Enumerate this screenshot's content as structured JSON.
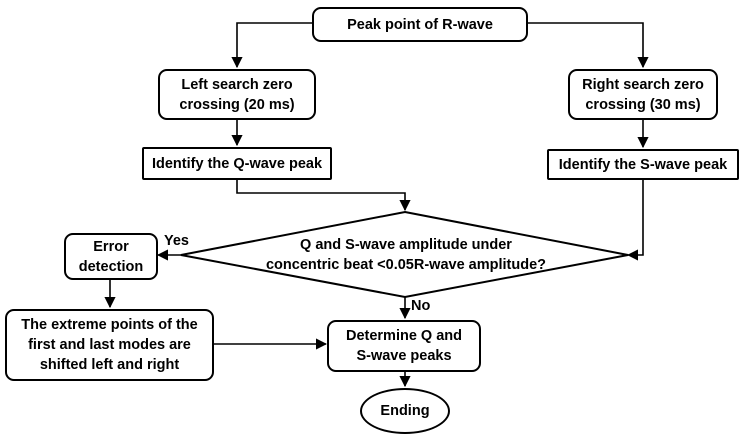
{
  "nodes": {
    "peak": "Peak point of R-wave",
    "left_search_line1": "Left search zero",
    "left_search_line2": "crossing (20 ms)",
    "right_search_line1": "Right search zero",
    "right_search_line2": "crossing (30 ms)",
    "identify_q": "Identify the Q-wave peak",
    "identify_s": "Identify the S-wave peak",
    "decision_line1": "Q and S-wave amplitude under",
    "decision_line2": "concentric beat <0.05R-wave amplitude?",
    "error_line1": "Error",
    "error_line2": "detection",
    "extreme_line1": "The extreme points of the",
    "extreme_line2": "first and last modes are",
    "extreme_line3": "shifted left and right",
    "determine_line1": "Determine Q and",
    "determine_line2": "S-wave peaks",
    "ending": "Ending"
  },
  "edge_labels": {
    "yes": "Yes",
    "no": "No"
  }
}
